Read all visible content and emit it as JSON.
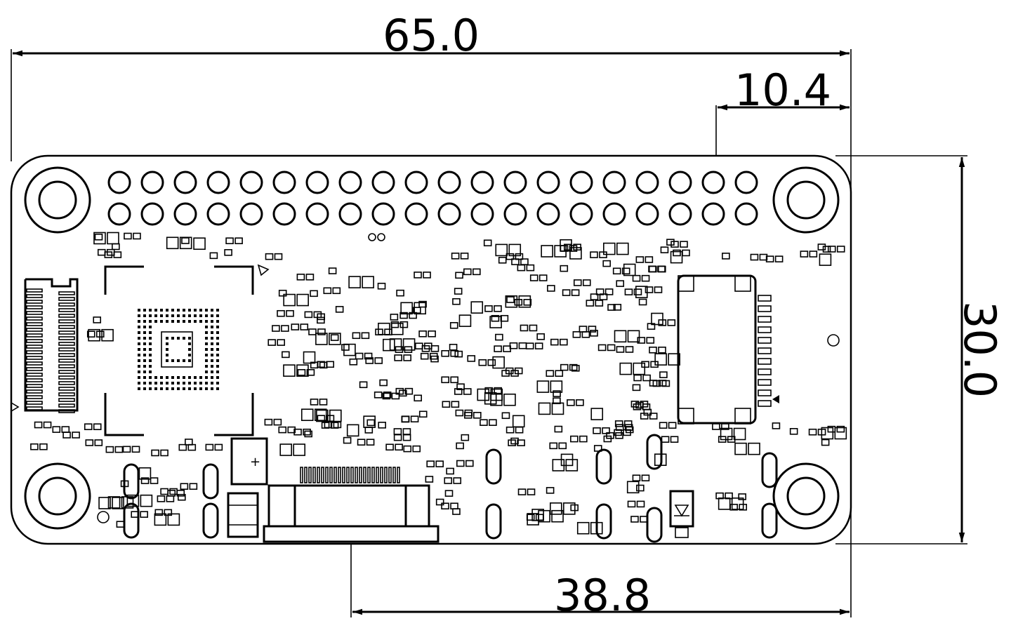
{
  "dimensions": {
    "overall_width": "65.0",
    "connector_offset": "10.4",
    "overall_height": "30.0",
    "fpc_offset": "38.8"
  },
  "board": {
    "gpio_header": {
      "rows": 2,
      "pins_per_row": 20
    },
    "mounting_holes": 4
  },
  "colors": {
    "line": "#000000",
    "background": "#ffffff"
  }
}
